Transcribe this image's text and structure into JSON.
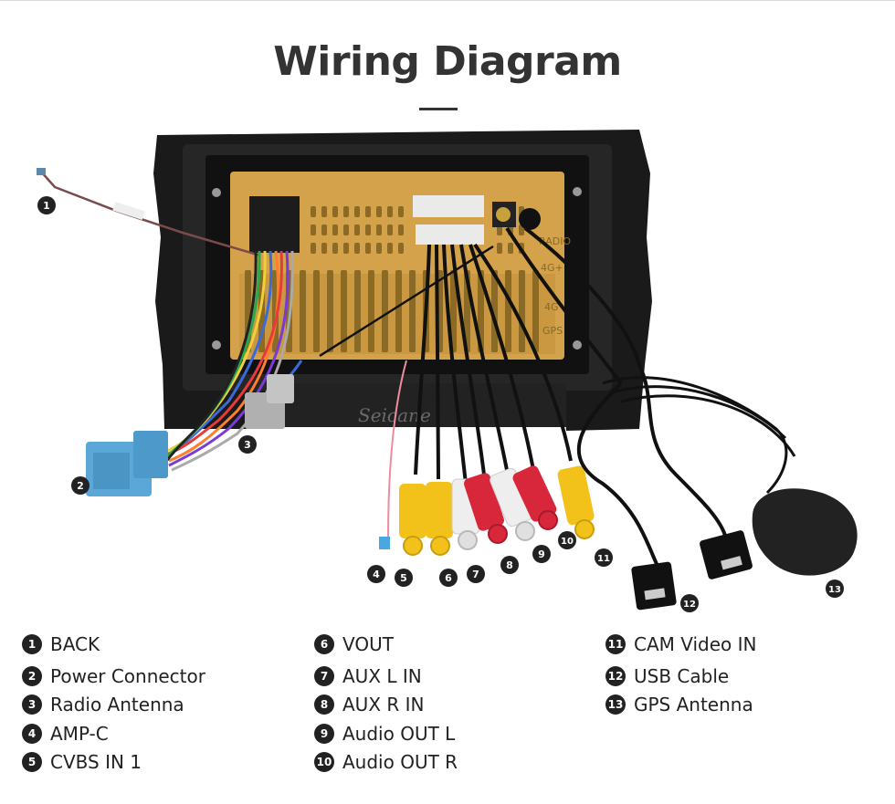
{
  "title": "Wiring Diagram",
  "watermark": "Seicane",
  "panel_labels": [
    "RADIO",
    "4G+",
    "4G",
    "GPS"
  ],
  "colors": {
    "title": "#333333",
    "badge": "#222222",
    "housing": "#1a1a1a",
    "panel": "#d4a24a",
    "power_connector": "#5ba8d8",
    "antenna_adapter": "#b0b0b0",
    "rca_yellow": "#f2c21b",
    "rca_white": "#eeeeee",
    "rca_red": "#d8263a",
    "usb": "#111111",
    "gps_antenna": "#222222"
  },
  "callouts": [
    {
      "num": "1"
    },
    {
      "num": "2"
    },
    {
      "num": "3"
    },
    {
      "num": "4"
    },
    {
      "num": "5"
    },
    {
      "num": "6"
    },
    {
      "num": "7"
    },
    {
      "num": "8"
    },
    {
      "num": "9"
    },
    {
      "num": "10"
    },
    {
      "num": "11"
    },
    {
      "num": "12"
    },
    {
      "num": "13"
    }
  ],
  "legend": [
    {
      "num": "1",
      "label": "BACK"
    },
    {
      "num": "2",
      "label": "Power Connector"
    },
    {
      "num": "3",
      "label": "Radio Antenna"
    },
    {
      "num": "4",
      "label": "AMP-C"
    },
    {
      "num": "5",
      "label": "CVBS IN 1"
    },
    {
      "num": "6",
      "label": "VOUT"
    },
    {
      "num": "7",
      "label": "AUX L IN"
    },
    {
      "num": "8",
      "label": "AUX R IN"
    },
    {
      "num": "9",
      "label": "Audio OUT L"
    },
    {
      "num": "10",
      "label": "Audio OUT R"
    },
    {
      "num": "11",
      "label": "CAM Video IN"
    },
    {
      "num": "12",
      "label": "USB Cable"
    },
    {
      "num": "13",
      "label": "GPS Antenna"
    }
  ]
}
